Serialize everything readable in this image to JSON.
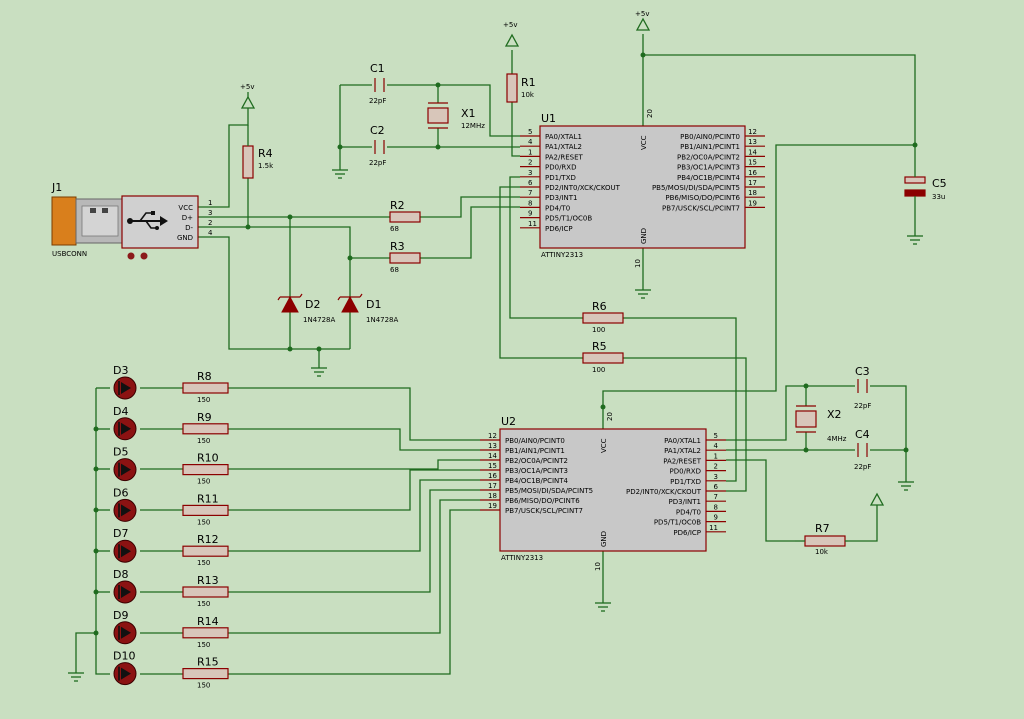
{
  "components": {
    "j1": {
      "ref": "J1",
      "name": "USBCONN",
      "pins": [
        {
          "label": "VCC",
          "num": "1"
        },
        {
          "label": "D+",
          "num": "3"
        },
        {
          "label": "D-",
          "num": "2"
        },
        {
          "label": "GND",
          "num": "4"
        }
      ]
    },
    "r4": {
      "ref": "R4",
      "value": "1.5k"
    },
    "r2": {
      "ref": "R2",
      "value": "68"
    },
    "r3": {
      "ref": "R3",
      "value": "68"
    },
    "d1": {
      "ref": "D1",
      "value": "1N4728A"
    },
    "d2": {
      "ref": "D2",
      "value": "1N4728A"
    },
    "c1": {
      "ref": "C1",
      "value": "22pF"
    },
    "c2": {
      "ref": "C2",
      "value": "22pF"
    },
    "x1": {
      "ref": "X1",
      "value": "12MHz"
    },
    "r1": {
      "ref": "R1",
      "value": "10k"
    },
    "c5": {
      "ref": "C5",
      "value": "33u"
    },
    "r5": {
      "ref": "R5",
      "value": "100"
    },
    "r6": {
      "ref": "R6",
      "value": "100"
    },
    "c3": {
      "ref": "C3",
      "value": "22pF"
    },
    "c4": {
      "ref": "C4",
      "value": "22pF"
    },
    "x2": {
      "ref": "X2",
      "value": "4MHz"
    },
    "r7": {
      "ref": "R7",
      "value": "10k"
    }
  },
  "power": {
    "plus5": "+5v"
  },
  "u1": {
    "ref": "U1",
    "part": "ATTINY2313",
    "vcc": "VCC",
    "vcc_num": "20",
    "gnd": "GND",
    "gnd_num": "10",
    "left": [
      {
        "label": "PA0/XTAL1",
        "num": "5"
      },
      {
        "label": "PA1/XTAL2",
        "num": "4"
      },
      {
        "label": "PA2/RESET",
        "num": "1"
      },
      {
        "label": "PD0/RXD",
        "num": "2"
      },
      {
        "label": "PD1/TXD",
        "num": "3"
      },
      {
        "label": "PD2/INT0/XCK/CKOUT",
        "num": "6"
      },
      {
        "label": "PD3/INT1",
        "num": "7"
      },
      {
        "label": "PD4/T0",
        "num": "8"
      },
      {
        "label": "PD5/T1/OC0B",
        "num": "9"
      },
      {
        "label": "PD6/ICP",
        "num": "11"
      }
    ],
    "right": [
      {
        "label": "PB0/AIN0/PCINT0",
        "num": "12"
      },
      {
        "label": "PB1/AIN1/PCINT1",
        "num": "13"
      },
      {
        "label": "PB2/OC0A/PCINT2",
        "num": "14"
      },
      {
        "label": "PB3/OC1A/PCINT3",
        "num": "15"
      },
      {
        "label": "PB4/OC1B/PCINT4",
        "num": "16"
      },
      {
        "label": "PB5/MOSI/DI/SDA/PCINT5",
        "num": "17"
      },
      {
        "label": "PB6/MISO/DO/PCINT6",
        "num": "18"
      },
      {
        "label": "PB7/USCK/SCL/PCINT7",
        "num": "19"
      }
    ]
  },
  "u2": {
    "ref": "U2",
    "part": "ATTINY2313",
    "vcc": "VCC",
    "vcc_num": "20",
    "gnd": "GND",
    "gnd_num": "10",
    "left": [
      {
        "label": "PB0/AIN0/PCINT0",
        "num": "12"
      },
      {
        "label": "PB1/AIN1/PCINT1",
        "num": "13"
      },
      {
        "label": "PB2/OC0A/PCINT2",
        "num": "14"
      },
      {
        "label": "PB3/OC1A/PCINT3",
        "num": "15"
      },
      {
        "label": "PB4/OC1B/PCINT4",
        "num": "16"
      },
      {
        "label": "PB5/MOSI/DI/SDA/PCINT5",
        "num": "17"
      },
      {
        "label": "PB6/MISO/DO/PCINT6",
        "num": "18"
      },
      {
        "label": "PB7/USCK/SCL/PCINT7",
        "num": "19"
      }
    ],
    "right": [
      {
        "label": "PA0/XTAL1",
        "num": "5"
      },
      {
        "label": "PA1/XTAL2",
        "num": "4"
      },
      {
        "label": "PA2/RESET",
        "num": "1"
      },
      {
        "label": "PD0/RXD",
        "num": "2"
      },
      {
        "label": "PD1/TXD",
        "num": "3"
      },
      {
        "label": "PD2/INT0/XCK/CKOUT",
        "num": "6"
      },
      {
        "label": "PD3/INT1",
        "num": "7"
      },
      {
        "label": "PD4/T0",
        "num": "8"
      },
      {
        "label": "PD5/T1/OC0B",
        "num": "9"
      },
      {
        "label": "PD6/ICP",
        "num": "11"
      }
    ]
  },
  "leds": [
    {
      "diode": "D3",
      "resistor": "R8",
      "value": "150"
    },
    {
      "diode": "D4",
      "resistor": "R9",
      "value": "150"
    },
    {
      "diode": "D5",
      "resistor": "R10",
      "value": "150"
    },
    {
      "diode": "D6",
      "resistor": "R11",
      "value": "150"
    },
    {
      "diode": "D7",
      "resistor": "R12",
      "value": "150"
    },
    {
      "diode": "D8",
      "resistor": "R13",
      "value": "150"
    },
    {
      "diode": "D9",
      "resistor": "R14",
      "value": "150"
    },
    {
      "diode": "D10",
      "resistor": "R15",
      "value": "150"
    }
  ]
}
